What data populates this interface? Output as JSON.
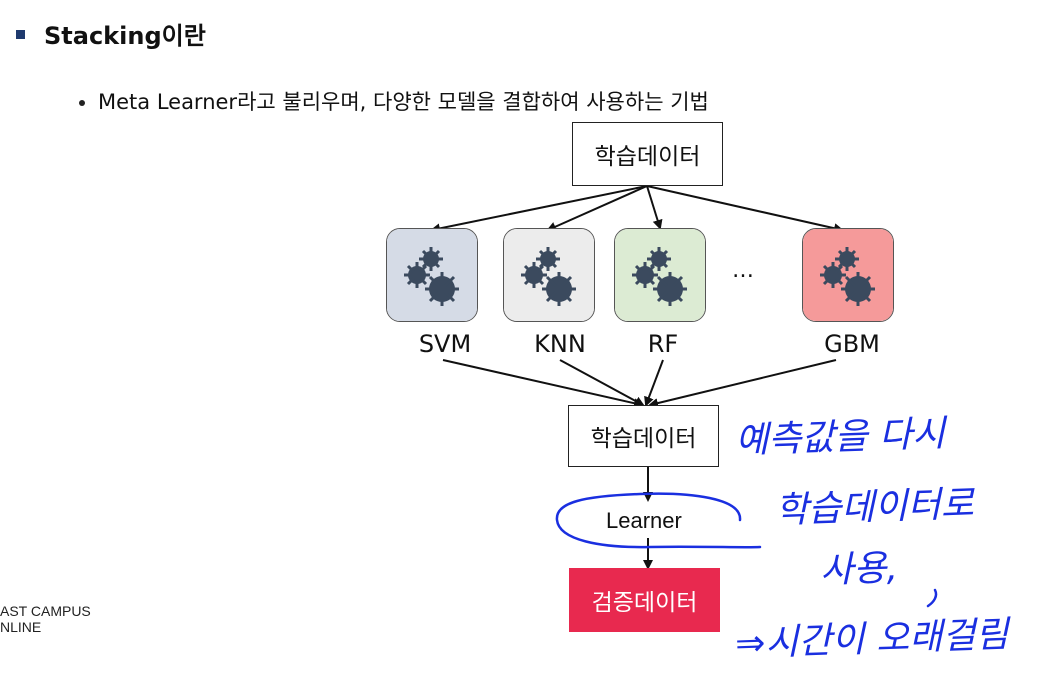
{
  "header": {
    "title": "Stacking이란",
    "subtitle": "Meta Learner라고 불리우며, 다양한 모델을 결합하여 사용하는 기법"
  },
  "diagram": {
    "top_box": "학습데이터",
    "models": [
      {
        "label": "SVM",
        "color": "#d5dbe6"
      },
      {
        "label": "KNN",
        "color": "#ececec"
      },
      {
        "label": "RF",
        "color": "#dcebd3"
      },
      {
        "label": "GBM",
        "color": "#f59a9a"
      }
    ],
    "ellipsis": "…",
    "mid_box": "학습데이터",
    "learner": "Learner",
    "validation_box": "검증데이터",
    "validation_color": "#e8294f"
  },
  "annotation": {
    "line1": "예측값을 다시",
    "line2": "학습데이터로",
    "line3": "사용,",
    "line4": "⇒시간이 오래걸림",
    "ink_color": "#1a2fe0"
  },
  "footer": {
    "line1": "AST CAMPUS",
    "line2": "NLINE"
  }
}
